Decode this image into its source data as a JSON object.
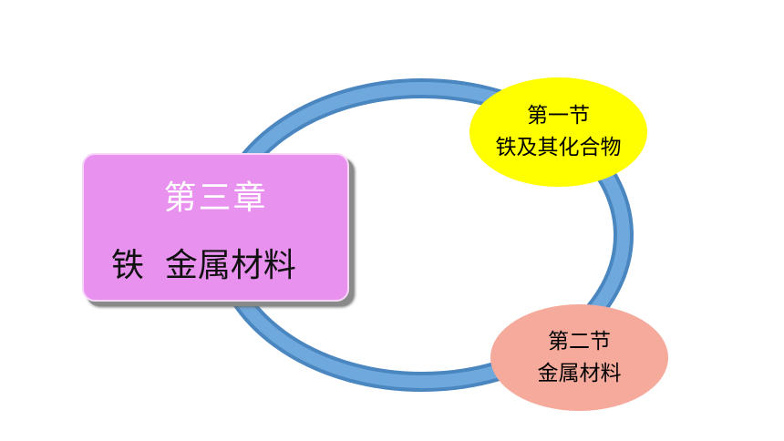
{
  "chapter": {
    "number": "第三章",
    "title": "铁  金属材料"
  },
  "sections": [
    {
      "number": "第一节",
      "title": "铁及其化合物",
      "color": "#ffff00"
    },
    {
      "number": "第二节",
      "title": "金属材料",
      "color": "#f5aa9b"
    }
  ],
  "colors": {
    "ring": "#5b9bd5",
    "chapter_box": "#e991ee"
  }
}
